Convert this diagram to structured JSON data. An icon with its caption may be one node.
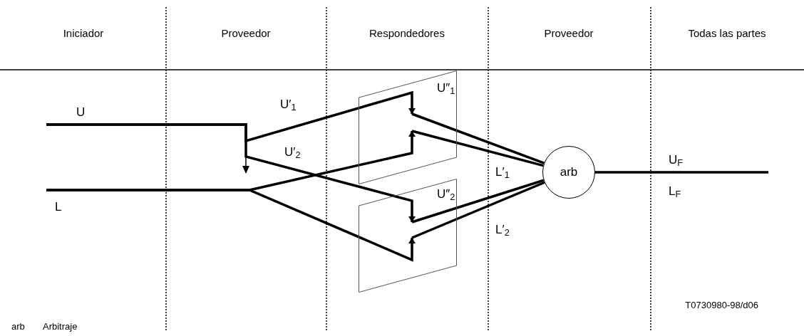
{
  "diagram": {
    "nodes": [
      {
        "text": [],
        "shape": "box"
      },
      {
        "text": [],
        "shape": "box"
      },
      {
        "text": [
          "arb"
        ]
      }
    ],
    "edges": [
      {
        "from": null,
        "to": 0,
        "arrow": "to",
        "label": "U′$_{1}$"
      },
      {
        "from": null,
        "to": 1,
        "arrow": "to",
        "label": "U′$_{2}$"
      },
      {
        "from": null,
        "to": 0,
        "arrow": "to"
      },
      {
        "from": null,
        "to": 1,
        "arrow": "to"
      },
      {
        "from": 0,
        "to": 2,
        "arrow": "none",
        "label": "U″$_{1}$"
      },
      {
        "from": 0,
        "to": 2,
        "arrow": "none",
        "label": "L′$_{1}$"
      },
      {
        "from": 1,
        "to": 2,
        "arrow": "none",
        "label": "U″$_{2}$"
      },
      {
        "from": 1,
        "to": 2,
        "arrow": "none",
        "label": "L′$_{2}$"
      },
      {
        "from": 2,
        "to": null,
        "arrow": "none"
      }
    ],
    "labels": [
      "Iniciador",
      "Proveedor",
      "Respondedores",
      "Proveedor",
      "Todas las partes",
      "U",
      "L",
      "U$_{F}$",
      "L$_{F}$",
      "T0730980-98/d06",
      "arb",
      "Arbitraje"
    ]
  }
}
